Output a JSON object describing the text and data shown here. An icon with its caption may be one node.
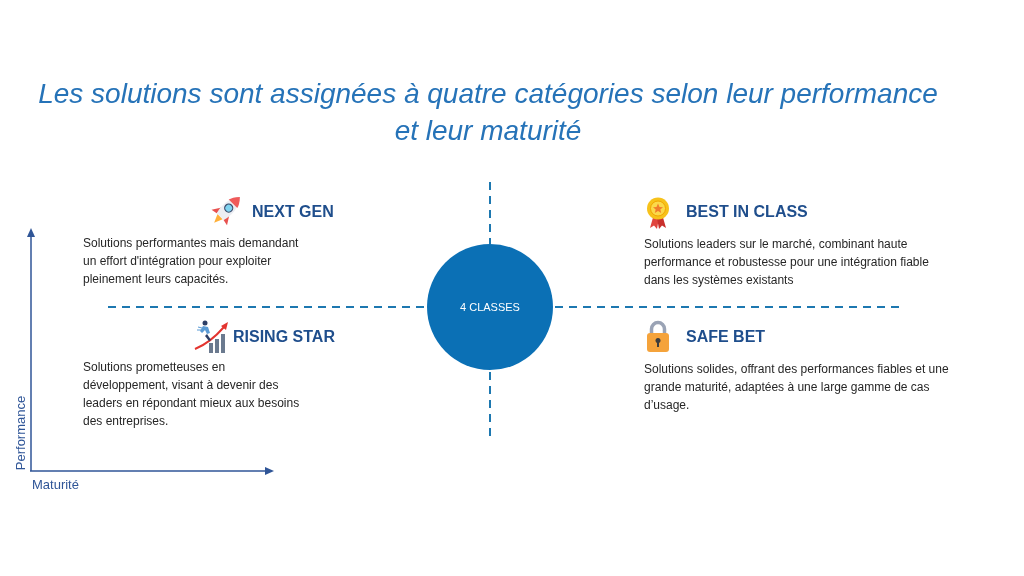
{
  "diagram": {
    "title": "Les solutions sont assignées à quatre catégories selon leur performance et leur maturité",
    "nodes": [
      {
        "text": [
          "4 CLASSES"
        ]
      }
    ],
    "labels": [
      "NEXT GEN",
      "Solutions performantes mais demandant un effort d'intégration pour exploiter pleinement leurs capacités.",
      "BEST IN CLASS",
      "Solutions leaders sur le marché, combinant haute performance et robustesse pour une intégration fiable dans les systèmes existants",
      "RISING STAR",
      "Solutions prometteuses en développement, visant à devenir des leaders en répondant mieux aux besoins des entreprises.",
      "SAFE BET",
      "Solutions solides, offrant des performances fiables et une grande maturité, adaptées à une large gamme de cas d’usage.",
      "Performance",
      "Maturité"
    ]
  }
}
